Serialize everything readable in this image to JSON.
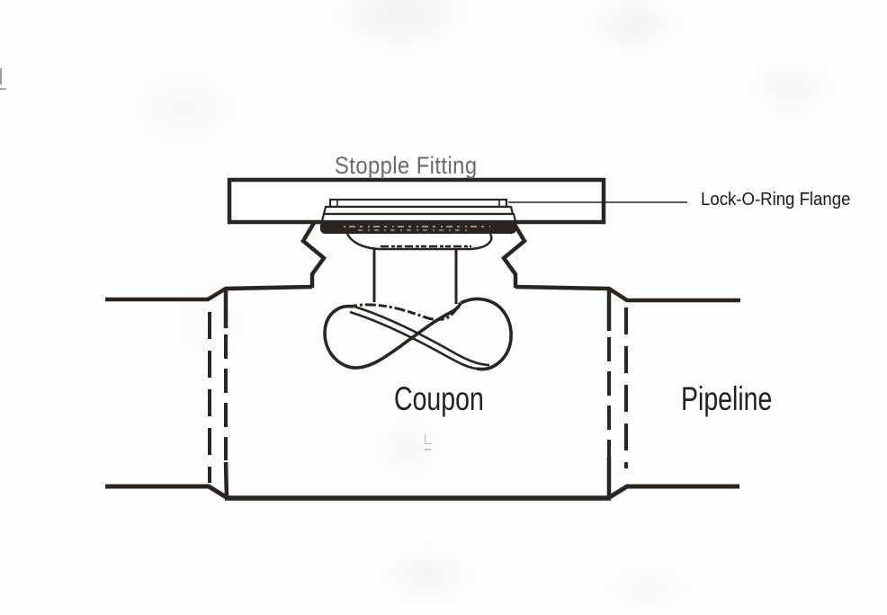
{
  "diagram": {
    "labels": {
      "stopple_fitting": "Stopple Fitting",
      "lock_o_ring_flange": "Lock-O-Ring Flange",
      "coupon": "Coupon",
      "pipeline": "Pipeline"
    }
  },
  "colors": {
    "line": "#2b241f",
    "stopple_label": "#6a6a6a",
    "dark_label": "#20202a",
    "flange_label": "#1a1a1a",
    "background": "#fefefe"
  }
}
